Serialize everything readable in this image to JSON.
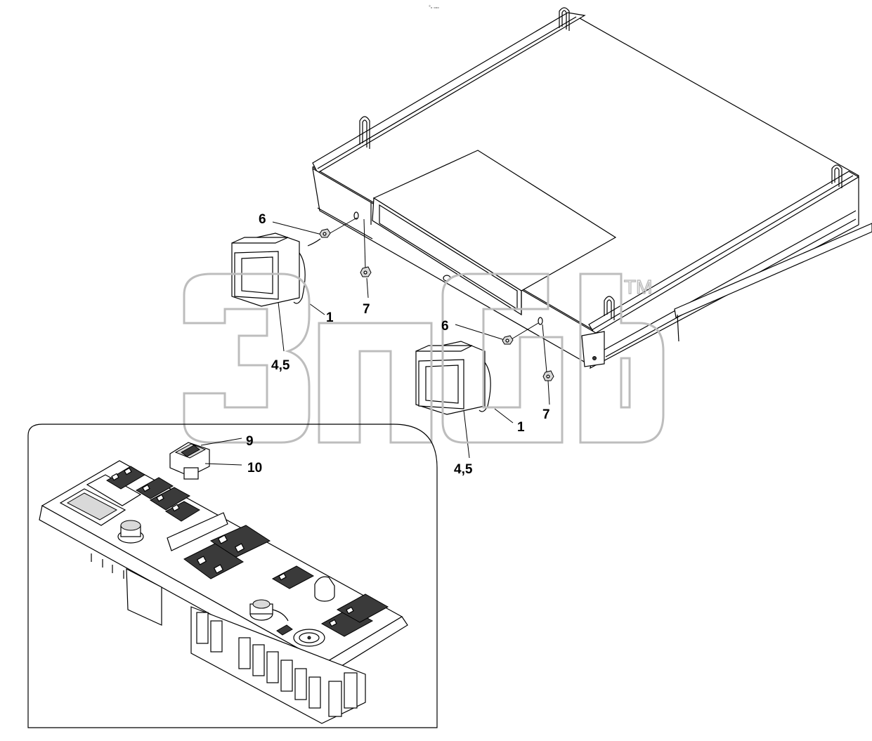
{
  "header_code": "°ₒ ₒₒₒ",
  "watermark": {
    "text": "",
    "trademark": "TM"
  },
  "callouts": {
    "c6a": "6",
    "c1a": "1",
    "c7a": "7",
    "c45a": "4,5",
    "c6b": "6",
    "c1b": "1",
    "c7b": "7",
    "c45b": "4,5",
    "c9": "9",
    "c10": "10"
  },
  "colors": {
    "line": "#000000",
    "fill": "#ffffff",
    "shade": "#d9d9d9",
    "dark": "#3a3a3a",
    "watermark": "#bdbdbd"
  }
}
